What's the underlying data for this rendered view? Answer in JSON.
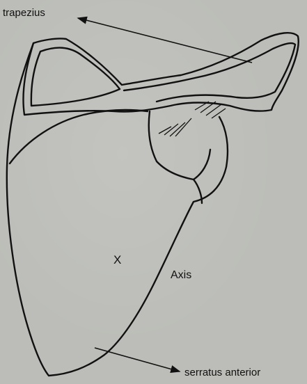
{
  "labels": {
    "trapezius": "trapezius",
    "axis": "Axis",
    "x_mark": "X",
    "serratus": "serratus anterior"
  },
  "colors": {
    "background": "#bcbdb8",
    "ink": "#111111"
  }
}
